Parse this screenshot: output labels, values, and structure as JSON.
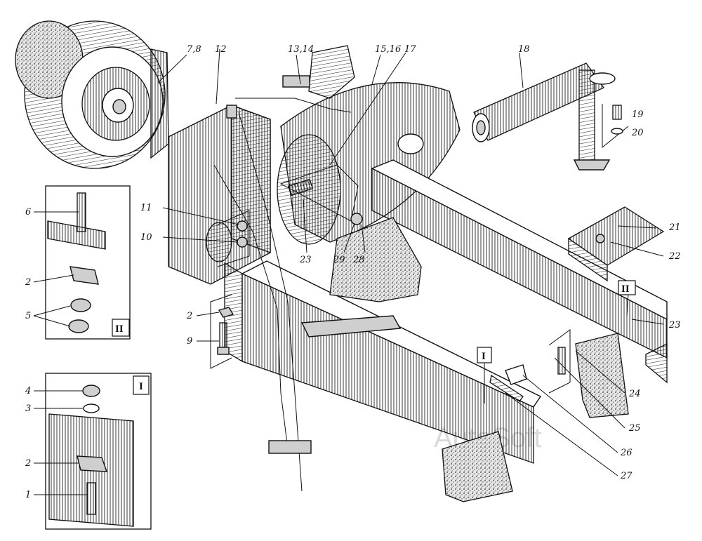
{
  "watermark": "AutoSoft",
  "labels": {
    "l78": "7,8",
    "l12": "12",
    "l1314": "13,14",
    "l1516": "15,16",
    "l17": "17",
    "l18": "18",
    "l19": "19",
    "l20": "20",
    "l21": "21",
    "l22": "22",
    "l23a": "23",
    "l23b": "23",
    "l24": "24",
    "l25": "25",
    "l26": "26",
    "l27": "27",
    "l28": "28",
    "l29": "29",
    "l11": "11",
    "l10": "10",
    "l2a": "2",
    "l9": "9",
    "l6": "6",
    "l2b": "2",
    "l5": "5",
    "l4": "4",
    "l3": "3",
    "l2c": "2",
    "l1": "1"
  },
  "roman": {
    "inset_upper": "II",
    "inset_lower": "I",
    "frame_right": "II",
    "frame_front": "I"
  }
}
